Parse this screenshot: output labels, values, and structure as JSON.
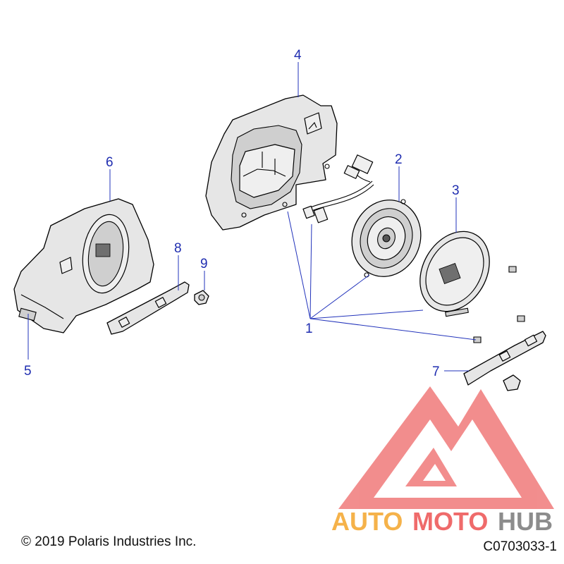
{
  "callouts": [
    {
      "num": "1",
      "target": "mounting-hardware"
    },
    {
      "num": "2",
      "target": "speaker"
    },
    {
      "num": "3",
      "target": "speaker-grille"
    },
    {
      "num": "4",
      "target": "speaker-enclosure-right"
    },
    {
      "num": "5",
      "target": "enclosure-connector"
    },
    {
      "num": "6",
      "target": "speaker-enclosure-left"
    },
    {
      "num": "7",
      "target": "mounting-bracket-right"
    },
    {
      "num": "8",
      "target": "mounting-bracket-left"
    },
    {
      "num": "9",
      "target": "wing-fastener"
    }
  ],
  "footer": {
    "copyright": "© 2019 Polaris Industries Inc.",
    "drawing_number": "C0703033-1"
  },
  "watermark": {
    "text_part1": "AUTO",
    "text_part2": "MOTO",
    "text_part3": "HUB",
    "colors": {
      "triangle": "#ef6b6b",
      "part1": "#f5b24a",
      "part2": "#ef6b6b",
      "part3": "#8c8c8c"
    }
  },
  "colors": {
    "callout": "#1f2db0",
    "leader": "#2233bb"
  }
}
